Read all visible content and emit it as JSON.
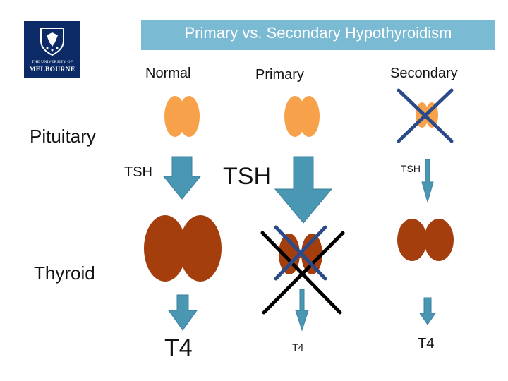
{
  "title": "Primary vs. Secondary Hypothyroidism",
  "logo": {
    "line1": "THE UNIVERSITY OF",
    "line2": "MELBOURNE"
  },
  "columns": {
    "normal": "Normal",
    "primary": "Primary",
    "secondary": "Secondary"
  },
  "rows": {
    "pituitary": "Pituitary",
    "thyroid": "Thyroid"
  },
  "hormones": {
    "tsh_normal": "TSH",
    "tsh_primary": "TSH",
    "tsh_secondary": "TSH",
    "t4_normal": "T4",
    "t4_primary": "T4",
    "t4_secondary": "T4"
  },
  "colors": {
    "pituitary": "#f7a14b",
    "thyroid": "#a43f0d",
    "arrow": "#4a97b3",
    "title_bar": "#7bbad3",
    "logo_bg": "#0b2a66",
    "cross_blue": "#2a4a8a",
    "cross_black": "#000000"
  }
}
